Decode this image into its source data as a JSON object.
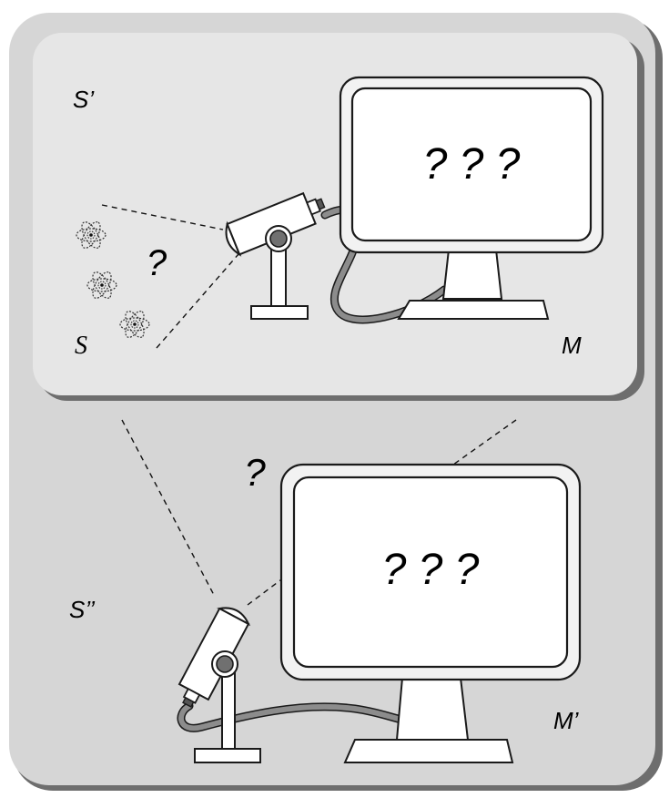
{
  "labels": {
    "s_prime": "S’",
    "s": "S",
    "m": "M",
    "s_double_prime": "S’’",
    "m_prime": "M’"
  },
  "inner_scene": {
    "screen_text": "? ? ?",
    "question_mark": "?"
  },
  "outer_scene": {
    "screen_text": "? ? ?",
    "question_mark": "?"
  },
  "colors": {
    "outer_panel": "#d6d6d6",
    "inner_panel": "#e6e6e6",
    "shadow": "#6e6e6e",
    "device_fill": "#ffffff",
    "monitor_bezel": "#f2f2f2",
    "cable": "#8c8c8c",
    "lens_dark": "#707070",
    "outline": "#1a1a1a"
  },
  "icons": {
    "atoms": "atom-icon",
    "camera": "video-camera-icon",
    "monitor": "monitor-icon"
  }
}
